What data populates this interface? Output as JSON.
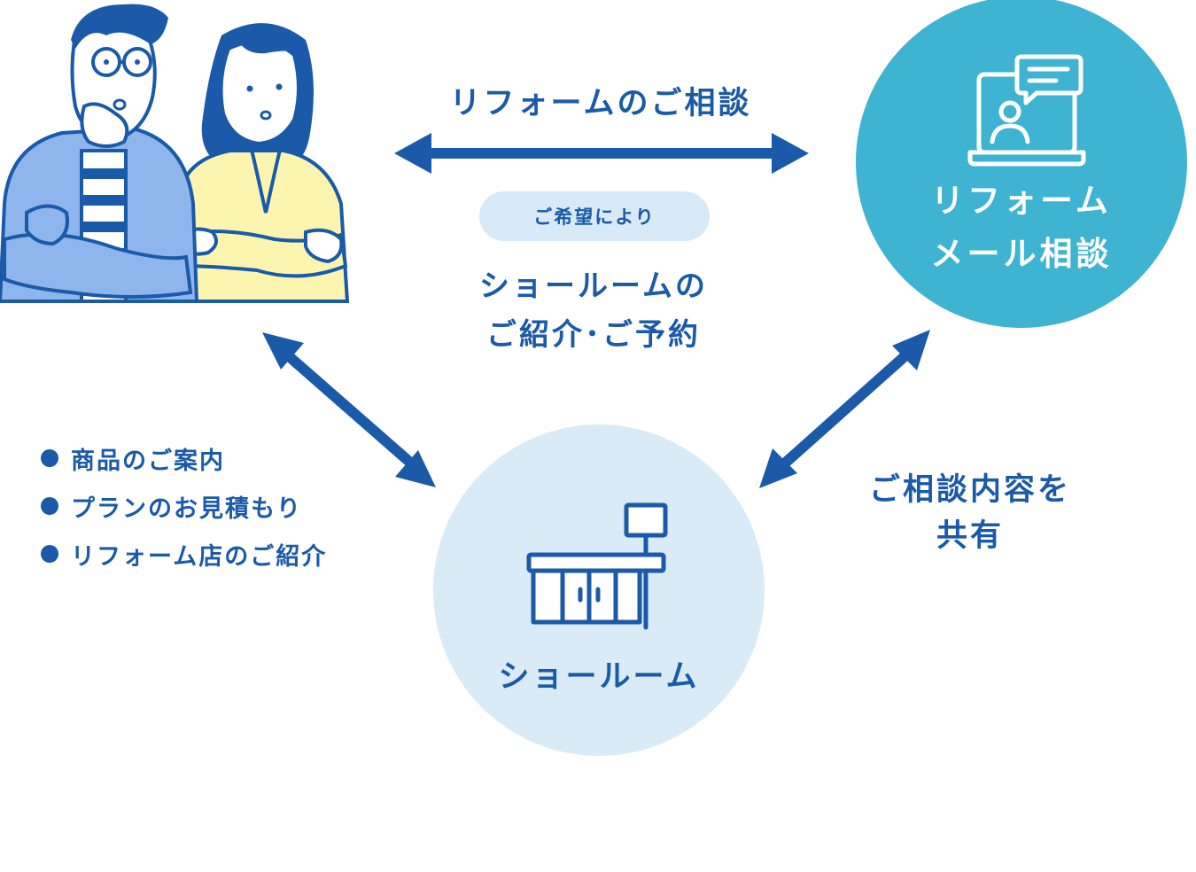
{
  "colors": {
    "primary": "#1a5aa8",
    "teal_circle": "#3fb3d2",
    "light_circle": "#d9ebf7",
    "pill_bg": "#d8eaf7"
  },
  "top_arrow_label": "リフォームのご相談",
  "pill_label": "ご希望により",
  "showroom_intro": {
    "line1": "ショールームの",
    "line2": "ご紹介･ご予約"
  },
  "mail_consult": {
    "line1": "リフォーム",
    "line2": "メール相談",
    "icon": "laptop-chat-icon"
  },
  "showroom": {
    "label": "ショールーム",
    "icon": "store-icon"
  },
  "share": {
    "line1": "ご相談内容を",
    "line2": "共有"
  },
  "services": [
    "商品のご案内",
    "プランのお見積もり",
    "リフォーム店のご紹介"
  ],
  "illustration": "couple-thinking-illustration"
}
